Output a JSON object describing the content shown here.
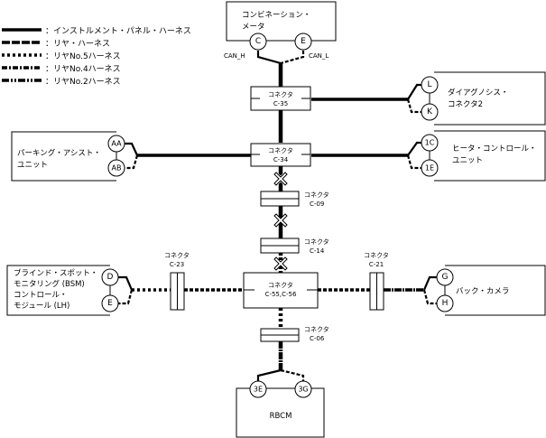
{
  "legend": [
    {
      "style": "solid",
      "label": "：インストルメント・パネル・ハーネス"
    },
    {
      "style": "long-dash",
      "label": "：リヤ・ハーネス"
    },
    {
      "style": "dotted",
      "label": "：リヤNo.5ハーネス"
    },
    {
      "style": "dash-dot",
      "label": "：リヤNo.4ハーネス"
    },
    {
      "style": "dash-dot-dot",
      "label": "：リヤNo.2ハーネス"
    }
  ],
  "units": {
    "meter": {
      "name_lines": [
        "コンビネーション・",
        "メータ"
      ],
      "pins": [
        "C",
        "E"
      ],
      "pin_labels": [
        "CAN_H",
        "CAN_L"
      ]
    },
    "diag": {
      "name_lines": [
        "ダイアグノシス・",
        "コネクタ2"
      ],
      "pins": [
        "L",
        "K"
      ]
    },
    "heater": {
      "name_lines": [
        "ヒータ・コントロール・",
        "ユニット"
      ],
      "pins": [
        "1C",
        "1E"
      ]
    },
    "parking": {
      "name_lines": [
        "パーキング・アシスト・",
        "ユニット"
      ],
      "pins": [
        "AA",
        "AB"
      ]
    },
    "bsm": {
      "name_lines": [
        "ブラインド・スポット・",
        "モニタリング (BSM)",
        "コントロール・",
        "モジュール (LH)"
      ],
      "pins": [
        "D",
        "E"
      ]
    },
    "camera": {
      "name_lines": [
        "バック・カメラ"
      ],
      "pins": [
        "G",
        "H"
      ]
    },
    "rbcm": {
      "name_lines": [
        "RBCM"
      ],
      "pins": [
        "3E",
        "3G"
      ]
    }
  },
  "connectors": {
    "c35": {
      "title": "コネクタ",
      "id": "C-35"
    },
    "c34": {
      "title": "コネクタ",
      "id": "C-34"
    },
    "c09": {
      "title": "コネクタ",
      "id": "C-09"
    },
    "c14": {
      "title": "コネクタ",
      "id": "C-14"
    },
    "c55": {
      "title": "コネクタ",
      "id": "C-55,C-56"
    },
    "c23": {
      "title": "コネクタ",
      "id": "C-23"
    },
    "c21": {
      "title": "コネクタ",
      "id": "C-21"
    },
    "c06": {
      "title": "コネクタ",
      "id": "C-06"
    }
  }
}
